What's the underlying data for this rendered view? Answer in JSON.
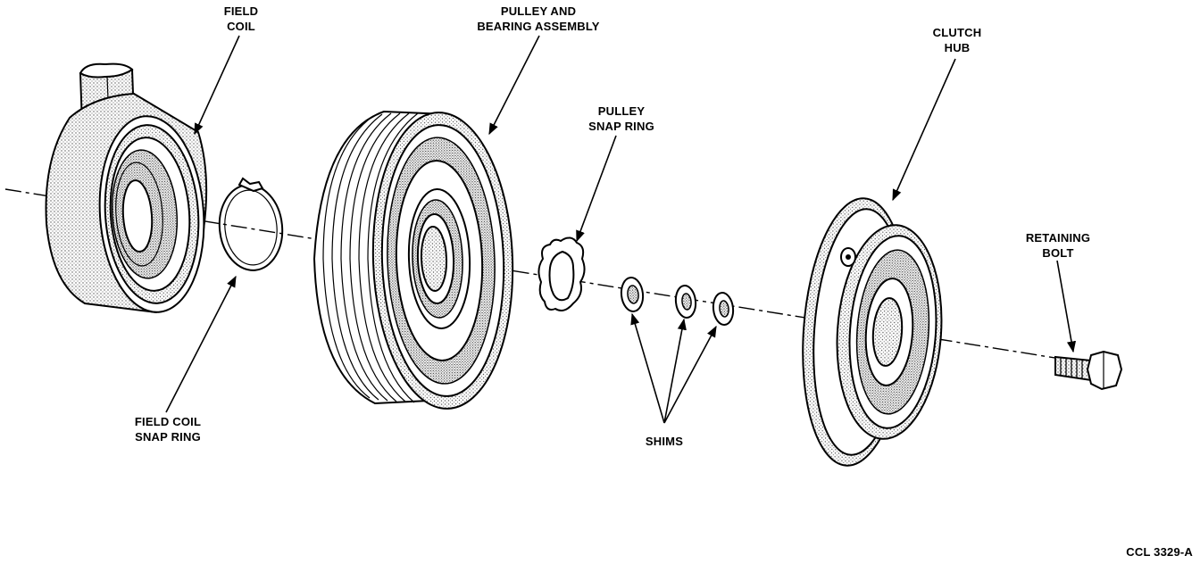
{
  "labels": {
    "field_coil": [
      "FIELD",
      "COIL"
    ],
    "pulley_bearing": [
      "PULLEY AND",
      "BEARING ASSEMBLY"
    ],
    "pulley_snap_ring": [
      "PULLEY",
      "SNAP RING"
    ],
    "clutch_hub": [
      "CLUTCH",
      "HUB"
    ],
    "retaining_bolt": [
      "RETAINING",
      "BOLT"
    ],
    "field_coil_snap_ring": [
      "FIELD COIL",
      "SNAP RING"
    ],
    "shims": "SHIMS",
    "figure_code": "CCL 3329-A"
  }
}
